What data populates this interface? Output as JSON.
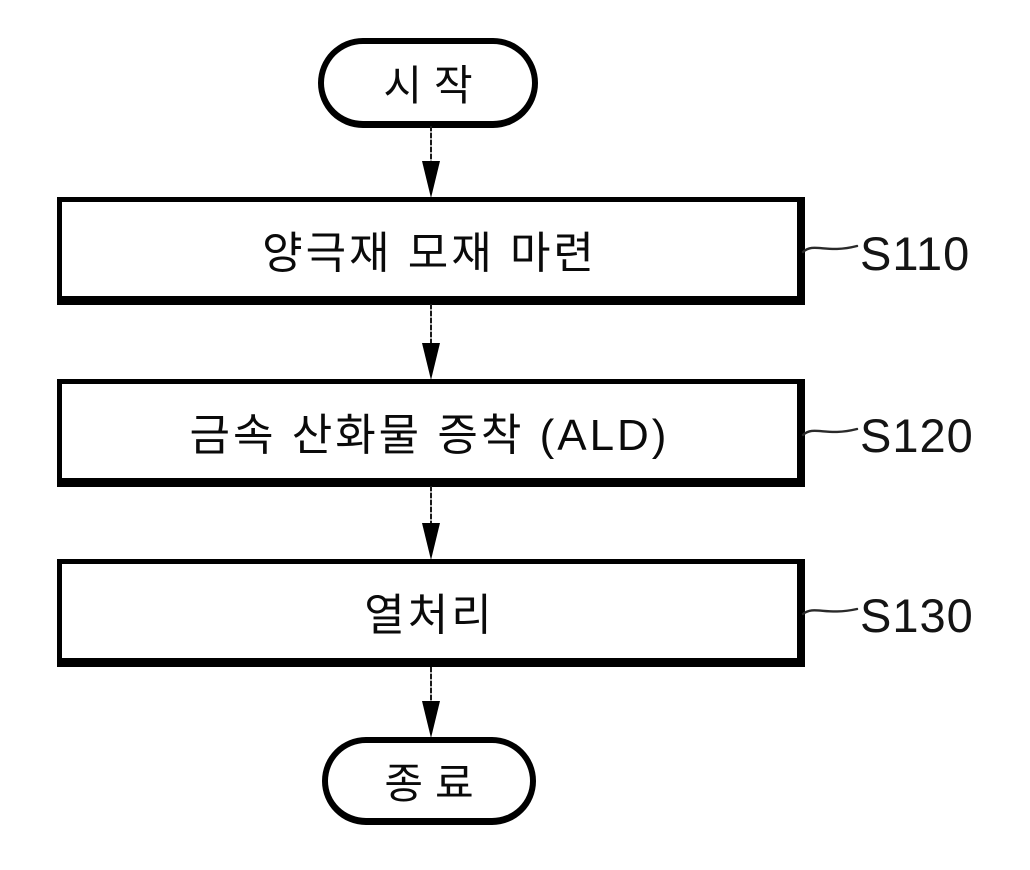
{
  "flowchart": {
    "start": {
      "label": "시작"
    },
    "end": {
      "label": "종료"
    },
    "steps": [
      {
        "label": "양극재 모재 마련",
        "ref": "S110"
      },
      {
        "label": "금속 산화물 증착 (ALD)",
        "ref": "S120"
      },
      {
        "label": "열처리",
        "ref": "S130"
      }
    ],
    "colors": {
      "ink": "#000000",
      "background": "#ffffff"
    }
  }
}
